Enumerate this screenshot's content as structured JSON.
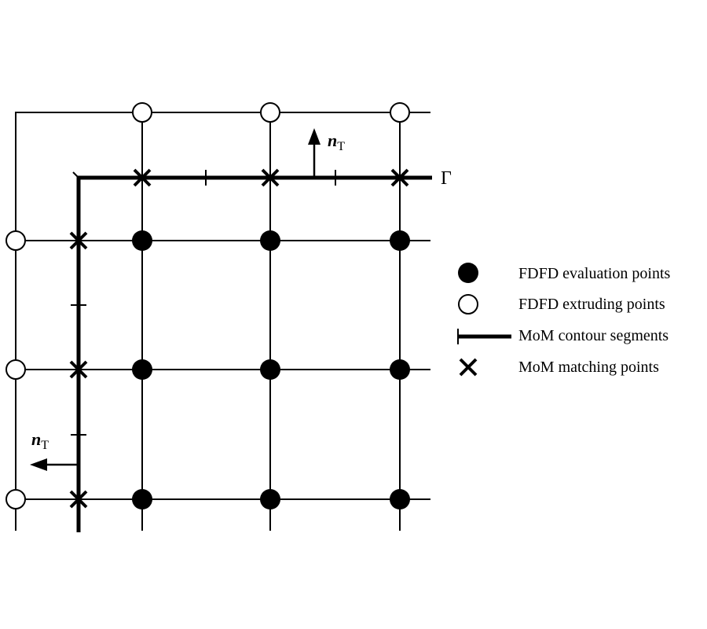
{
  "diagram": {
    "gamma_label": "Γ",
    "normal_top": {
      "main": "n",
      "sub": "T"
    },
    "normal_left": {
      "main": "n",
      "sub": "T"
    }
  },
  "legend": {
    "items": [
      {
        "symbol": "filled-circle",
        "label": "FDFD evaluation points"
      },
      {
        "symbol": "open-circle",
        "label": "FDFD extruding points"
      },
      {
        "symbol": "contour-segment",
        "label": "MoM contour segments"
      },
      {
        "symbol": "cross",
        "label": "MoM matching points"
      }
    ]
  },
  "colors": {
    "ink": "#000000",
    "background": "#ffffff"
  }
}
